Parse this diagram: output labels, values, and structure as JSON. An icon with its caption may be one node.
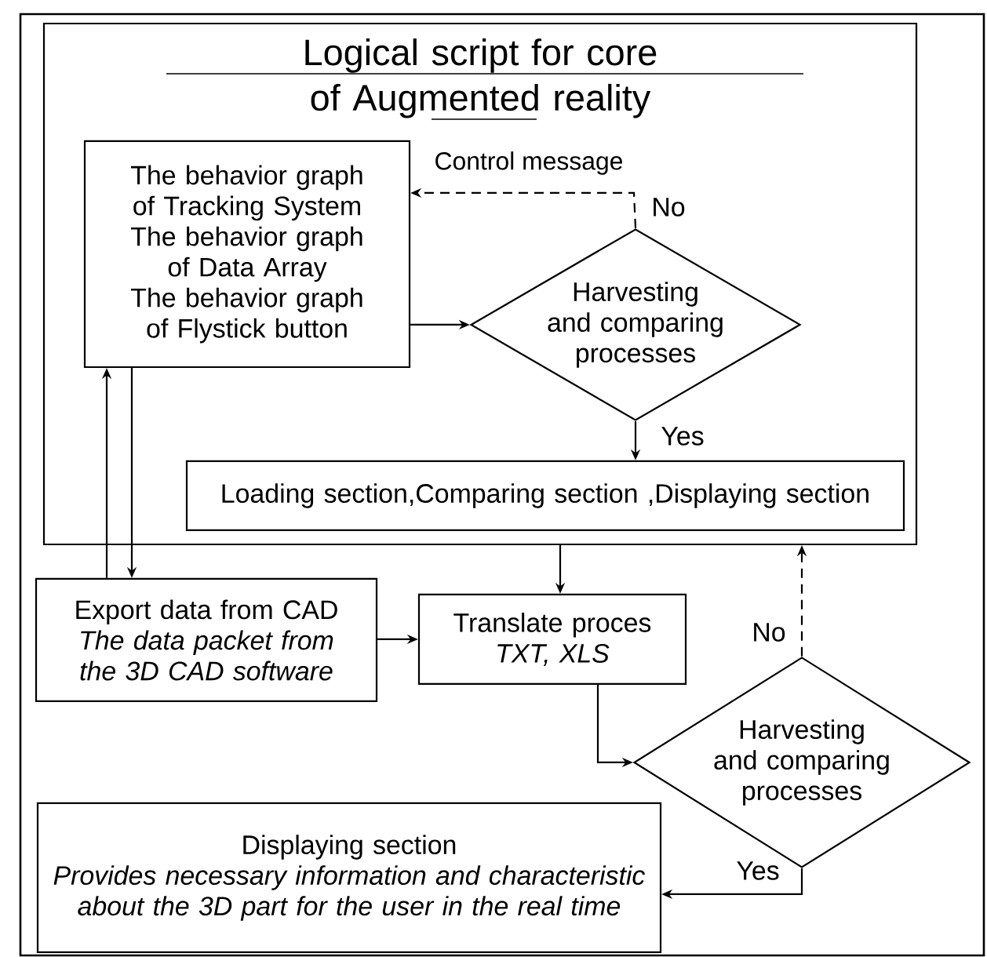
{
  "diagram": {
    "nodes": [
      {
        "text": [
          "Logical script for core of Augmented reality"
        ]
      },
      {
        "text": [
          "The behavior graph of Tracking System",
          "The behavior graph of Data Array",
          "The behavior graph of Flystick button"
        ],
        "in": 0
      },
      {
        "text": [
          "Harvesting and comparing processes"
        ],
        "in": 0
      },
      {
        "text": [
          "Loading section,Comparing section ,Displaying section"
        ],
        "in": 0
      },
      {
        "text": [
          "Export data from CAD",
          "*The data packet from the 3D CAD software*"
        ]
      },
      {
        "text": [
          "Translate proces",
          "*TXT, XLS*"
        ]
      },
      {
        "text": [
          "Harvesting and comparing processes"
        ]
      },
      {
        "text": [
          "Displaying section",
          "*Provides necessary information and characteristic about the 3D part for the user in the real time*"
        ]
      }
    ],
    "edges": [
      {
        "from": 2,
        "to": 1,
        "arrow": "to",
        "style": "dashed",
        "label": "No"
      },
      {
        "from": 1,
        "to": 2,
        "arrow": "to"
      },
      {
        "from": 2,
        "to": 3,
        "arrow": "to",
        "label": "Yes"
      },
      {
        "from": 4,
        "to": 1,
        "arrow": "to"
      },
      {
        "from": 1,
        "to": 4,
        "arrow": "to"
      },
      {
        "from": 0,
        "to": 5,
        "arrow": "to"
      },
      {
        "from": 4,
        "to": 5,
        "arrow": "to"
      },
      {
        "from": 5,
        "to": 6,
        "arrow": "to"
      },
      {
        "from": 6,
        "to": 0,
        "arrow": "to",
        "style": "dashed",
        "label": "No"
      },
      {
        "from": 6,
        "to": 7,
        "arrow": "to",
        "label": "Yes"
      }
    ],
    "labels": [
      "Control message"
    ]
  }
}
